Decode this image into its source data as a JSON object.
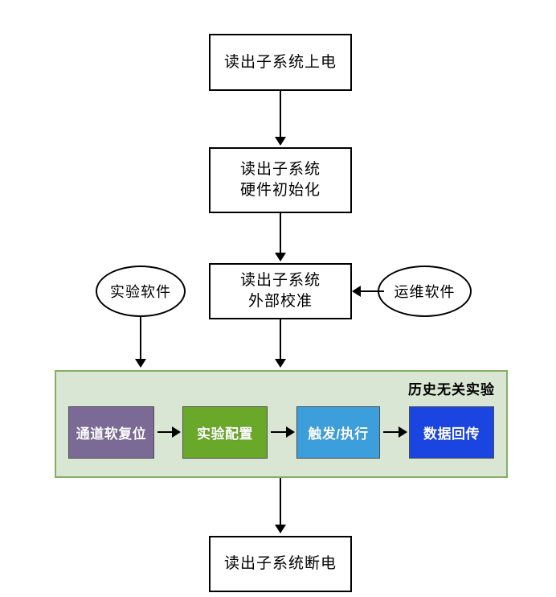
{
  "diagram": {
    "title_node_power_on": "读出子系统上电",
    "node_hw_init": "读出子系统\n硬件初始化",
    "node_hw_init_line1": "读出子系统",
    "node_hw_init_line2": "硬件初始化",
    "node_ext_cal_line1": "读出子系统",
    "node_ext_cal_line2": "外部校准",
    "node_power_off": "读出子系统断电",
    "ellipse_left": "实验软件",
    "ellipse_right": "运维软件",
    "panel_title": "历史无关实验",
    "stages": [
      {
        "label": "通道软复位",
        "color": "#7b6a96"
      },
      {
        "label": "实验配置",
        "color": "#6aa82a"
      },
      {
        "label": "触发/执行",
        "color": "#3c9fdc"
      },
      {
        "label": "数据回传",
        "color": "#1b45e0"
      }
    ],
    "colors": {
      "panel_fill": "#d8e6d3",
      "panel_border": "#82b165",
      "node_border": "#000000",
      "node_fill": "#ffffff",
      "connector": "#000000"
    }
  }
}
